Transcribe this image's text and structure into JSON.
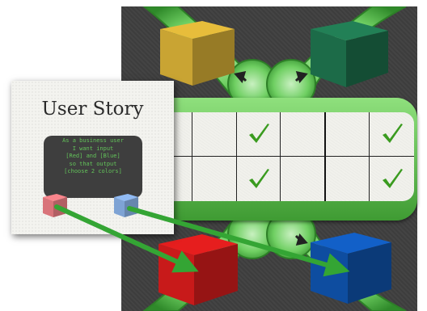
{
  "story_card": {
    "title": "User Story",
    "lines": [
      "As a business user",
      "I want input",
      "[Red] and [Blue]",
      "so that output",
      "[choose 2 colors]"
    ]
  },
  "grid": {
    "rows": [
      {
        "checks": [
          false,
          false,
          true,
          false,
          false,
          true
        ]
      },
      {
        "checks": [
          false,
          false,
          true,
          false,
          false,
          true
        ]
      }
    ]
  },
  "cubes": {
    "yellow": {
      "color": "#c9a433"
    },
    "green": {
      "color": "#1c6b48"
    },
    "red": {
      "color": "#c81a1a"
    },
    "blue": {
      "color": "#0e4da0"
    },
    "small_red": {
      "color": "#d9747a"
    },
    "small_blue": {
      "color": "#7ea3d4"
    }
  },
  "colors": {
    "board": "#3f3f3f",
    "accent_green": "#3fa73a",
    "check_green": "#3a9b1f",
    "arrow_green": "#34a534",
    "story_text": "#63c35a"
  }
}
